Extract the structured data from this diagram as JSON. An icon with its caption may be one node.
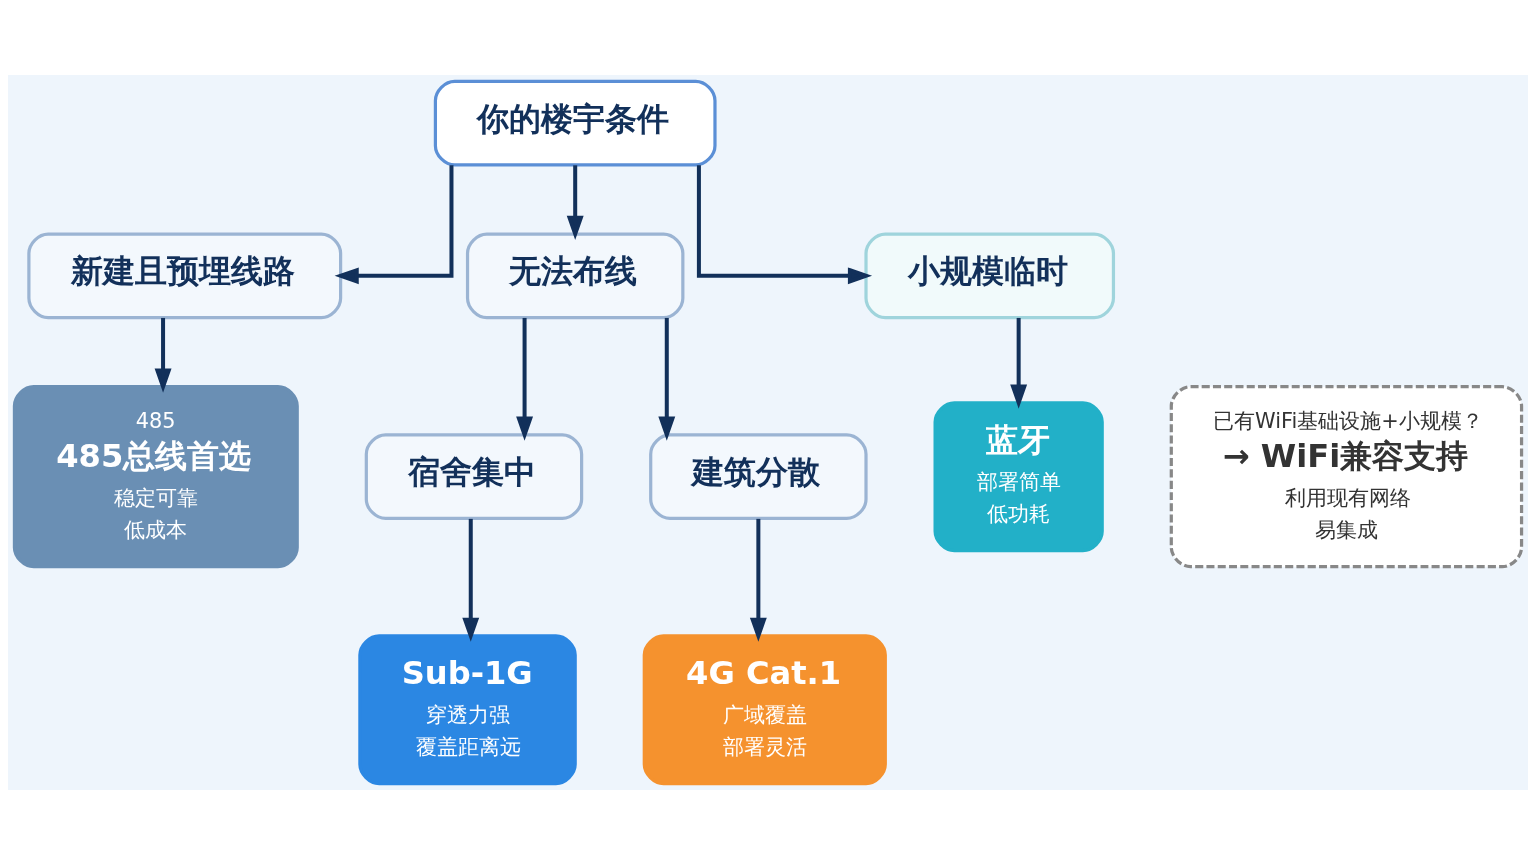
{
  "diagram": {
    "nodes": [
      {
        "text": [
          "你的楼宇条件"
        ]
      },
      {
        "text": [
          "新建且预埋线路"
        ]
      },
      {
        "text": [
          "无法布线"
        ]
      },
      {
        "text": [
          "小规模临时"
        ]
      },
      {
        "text": [
          "485",
          "485总线首选",
          "稳定可靠",
          "低成本"
        ]
      },
      {
        "text": [
          "宿舍集中"
        ]
      },
      {
        "text": [
          "建筑分散"
        ]
      },
      {
        "text": [
          "蓝牙",
          "部署简单",
          "低功耗"
        ]
      },
      {
        "text": [
          "Sub-1G",
          "穿透力强",
          "覆盖距离远"
        ]
      },
      {
        "text": [
          "4G Cat.1",
          "广域覆盖",
          "部署灵活"
        ]
      },
      {
        "text": [
          "已有WiFi基础设施+小规模？",
          "→ WiFi兼容支持",
          "利用现有网络",
          "易集成"
        ]
      }
    ],
    "edges": [
      {
        "from": 0,
        "to": 1,
        "arrow": "to"
      },
      {
        "from": 0,
        "to": 2,
        "arrow": "to"
      },
      {
        "from": 0,
        "to": 3,
        "arrow": "to"
      },
      {
        "from": 1,
        "to": 4,
        "arrow": "to"
      },
      {
        "from": 2,
        "to": 5,
        "arrow": "to"
      },
      {
        "from": 2,
        "to": 6,
        "arrow": "to"
      },
      {
        "from": 3,
        "to": 7,
        "arrow": "to"
      },
      {
        "from": 5,
        "to": 8,
        "arrow": "to"
      },
      {
        "from": 6,
        "to": 9,
        "arrow": "to"
      }
    ]
  }
}
